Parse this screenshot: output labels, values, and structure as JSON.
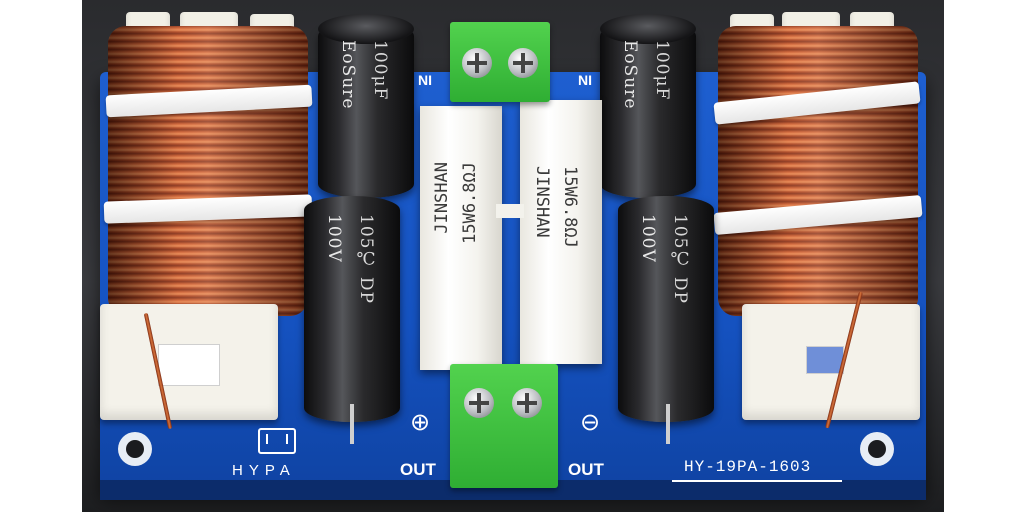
{
  "board": {
    "model": "HY-19PA-1603",
    "brand": "HYPA",
    "out_left": "OUT",
    "out_right": "OUT",
    "plus": "⊕",
    "minus": "⊖",
    "in_left": "NI",
    "in_right": "NI"
  },
  "capacitor": {
    "brand": "EoSure",
    "capacitance": "100μF",
    "voltage": "100V",
    "temp": "105℃ DP"
  },
  "resistor": {
    "brand": "JINSHAN",
    "rating": "15W6.8ΩJ"
  },
  "colors": {
    "pcb": "#1552c0",
    "terminal": "#3cbf3c",
    "copper": "#c8562a"
  }
}
